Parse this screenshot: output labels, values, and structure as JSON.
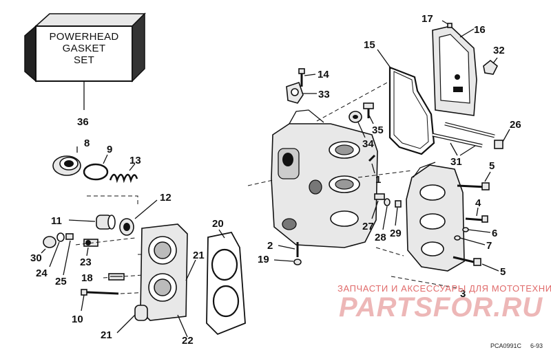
{
  "gasket_box": {
    "lines": [
      "POWERHEAD",
      "GASKET",
      "SET"
    ]
  },
  "callouts": {
    "c1": "1",
    "c2": "2",
    "c3": "3",
    "c4": "4",
    "c5a": "5",
    "c5b": "5",
    "c6": "6",
    "c7": "7",
    "c8": "8",
    "c9": "9",
    "c10": "10",
    "c11": "11",
    "c12": "12",
    "c13": "13",
    "c14": "14",
    "c15": "15",
    "c16": "16",
    "c17": "17",
    "c18": "18",
    "c19": "19",
    "c20": "20",
    "c21a": "21",
    "c21b": "21",
    "c22": "22",
    "c23": "23",
    "c24": "24",
    "c25": "25",
    "c26": "26",
    "c27": "27",
    "c28": "28",
    "c29": "29",
    "c30": "30",
    "c31": "31",
    "c32": "32",
    "c33": "33",
    "c34": "34",
    "c35": "35",
    "c36": "36"
  },
  "watermark": {
    "line1": "ЗАПЧАСТИ И АКСЕССУАРЫ ДЛЯ МОТОТЕХНИКИ",
    "line2": "PARTSFOR.RU"
  },
  "reference": {
    "code": "PCA0991C",
    "rev": "6-93"
  }
}
